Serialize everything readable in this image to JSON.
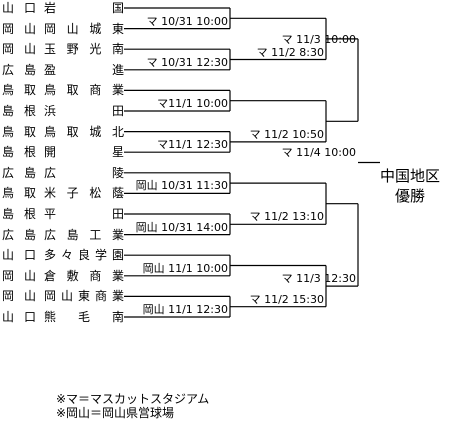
{
  "teams": [
    {
      "pref": "山口",
      "school": "岩国"
    },
    {
      "pref": "岡山",
      "school": "岡山城東"
    },
    {
      "pref": "岡山",
      "school": "玉野光南"
    },
    {
      "pref": "広島",
      "school": "盈進"
    },
    {
      "pref": "鳥取",
      "school": "鳥取商業"
    },
    {
      "pref": "島根",
      "school": "浜田"
    },
    {
      "pref": "鳥取",
      "school": "鳥取城北"
    },
    {
      "pref": "島根",
      "school": "開星"
    },
    {
      "pref": "広島",
      "school": "広陵"
    },
    {
      "pref": "鳥取",
      "school": "米子松蔭"
    },
    {
      "pref": "島根",
      "school": "平田"
    },
    {
      "pref": "広島",
      "school": "広島工業"
    },
    {
      "pref": "山口",
      "school": "多々良学園"
    },
    {
      "pref": "岡山",
      "school": "倉敷商業"
    },
    {
      "pref": "岡山",
      "school": "岡山東商業"
    },
    {
      "pref": "山口",
      "school": "熊毛南"
    }
  ],
  "round1": [
    "マ 10/31 10:00",
    "マ 10/31 12:30",
    "マ11/1 10:00",
    "マ11/1 12:30",
    "岡山 10/31 11:30",
    "岡山 10/31 14:00",
    "岡山 11/1 10:00",
    "岡山 11/1 12:30"
  ],
  "round2": [
    "マ 11/2 8:30",
    "マ 11/2 10:50",
    "マ 11/2 13:10",
    "マ 11/2 15:30"
  ],
  "semis": [
    "マ 11/3 10:00",
    "マ 11/3 12:30"
  ],
  "final": "マ 11/4 10:00",
  "champion": {
    "line1": "中国地区",
    "line2": "優勝"
  },
  "notes": [
    "※マ＝マスカットスタジアム",
    "※岡山＝岡山県営球場"
  ]
}
